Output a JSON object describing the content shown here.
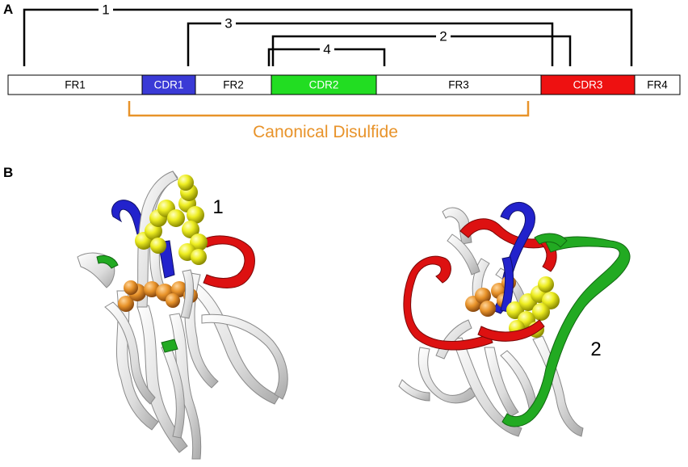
{
  "panel_a": {
    "letter": "A",
    "segments": [
      {
        "label": "FR1",
        "color": "#ffffff",
        "text_color": "#000000"
      },
      {
        "label": "CDR1",
        "color": "#3a3ad6",
        "text_color": "#ffffff"
      },
      {
        "label": "FR2",
        "color": "#ffffff",
        "text_color": "#000000"
      },
      {
        "label": "CDR2",
        "color": "#22dd22",
        "text_color": "#ffffff"
      },
      {
        "label": "FR3",
        "color": "#ffffff",
        "text_color": "#000000"
      },
      {
        "label": "CDR3",
        "color": "#ee1111",
        "text_color": "#ffffff"
      },
      {
        "label": "FR4",
        "color": "#ffffff",
        "text_color": "#000000"
      }
    ],
    "disulfides": [
      {
        "label": "1"
      },
      {
        "label": "3"
      },
      {
        "label": "2"
      },
      {
        "label": "4"
      }
    ],
    "canonical": {
      "label": "Canonical Disulfide",
      "color": "#e8932a"
    }
  },
  "panel_b": {
    "letter": "B",
    "structures": [
      {
        "label": "1"
      },
      {
        "label": "2"
      }
    ],
    "colors": {
      "cdr1": "#2222cc",
      "cdr2": "#22aa22",
      "cdr3": "#dd1111",
      "framework": "#e8e8e8",
      "disulfide_atoms": "#eeee22",
      "canonical_atoms": "#e8932a"
    }
  }
}
